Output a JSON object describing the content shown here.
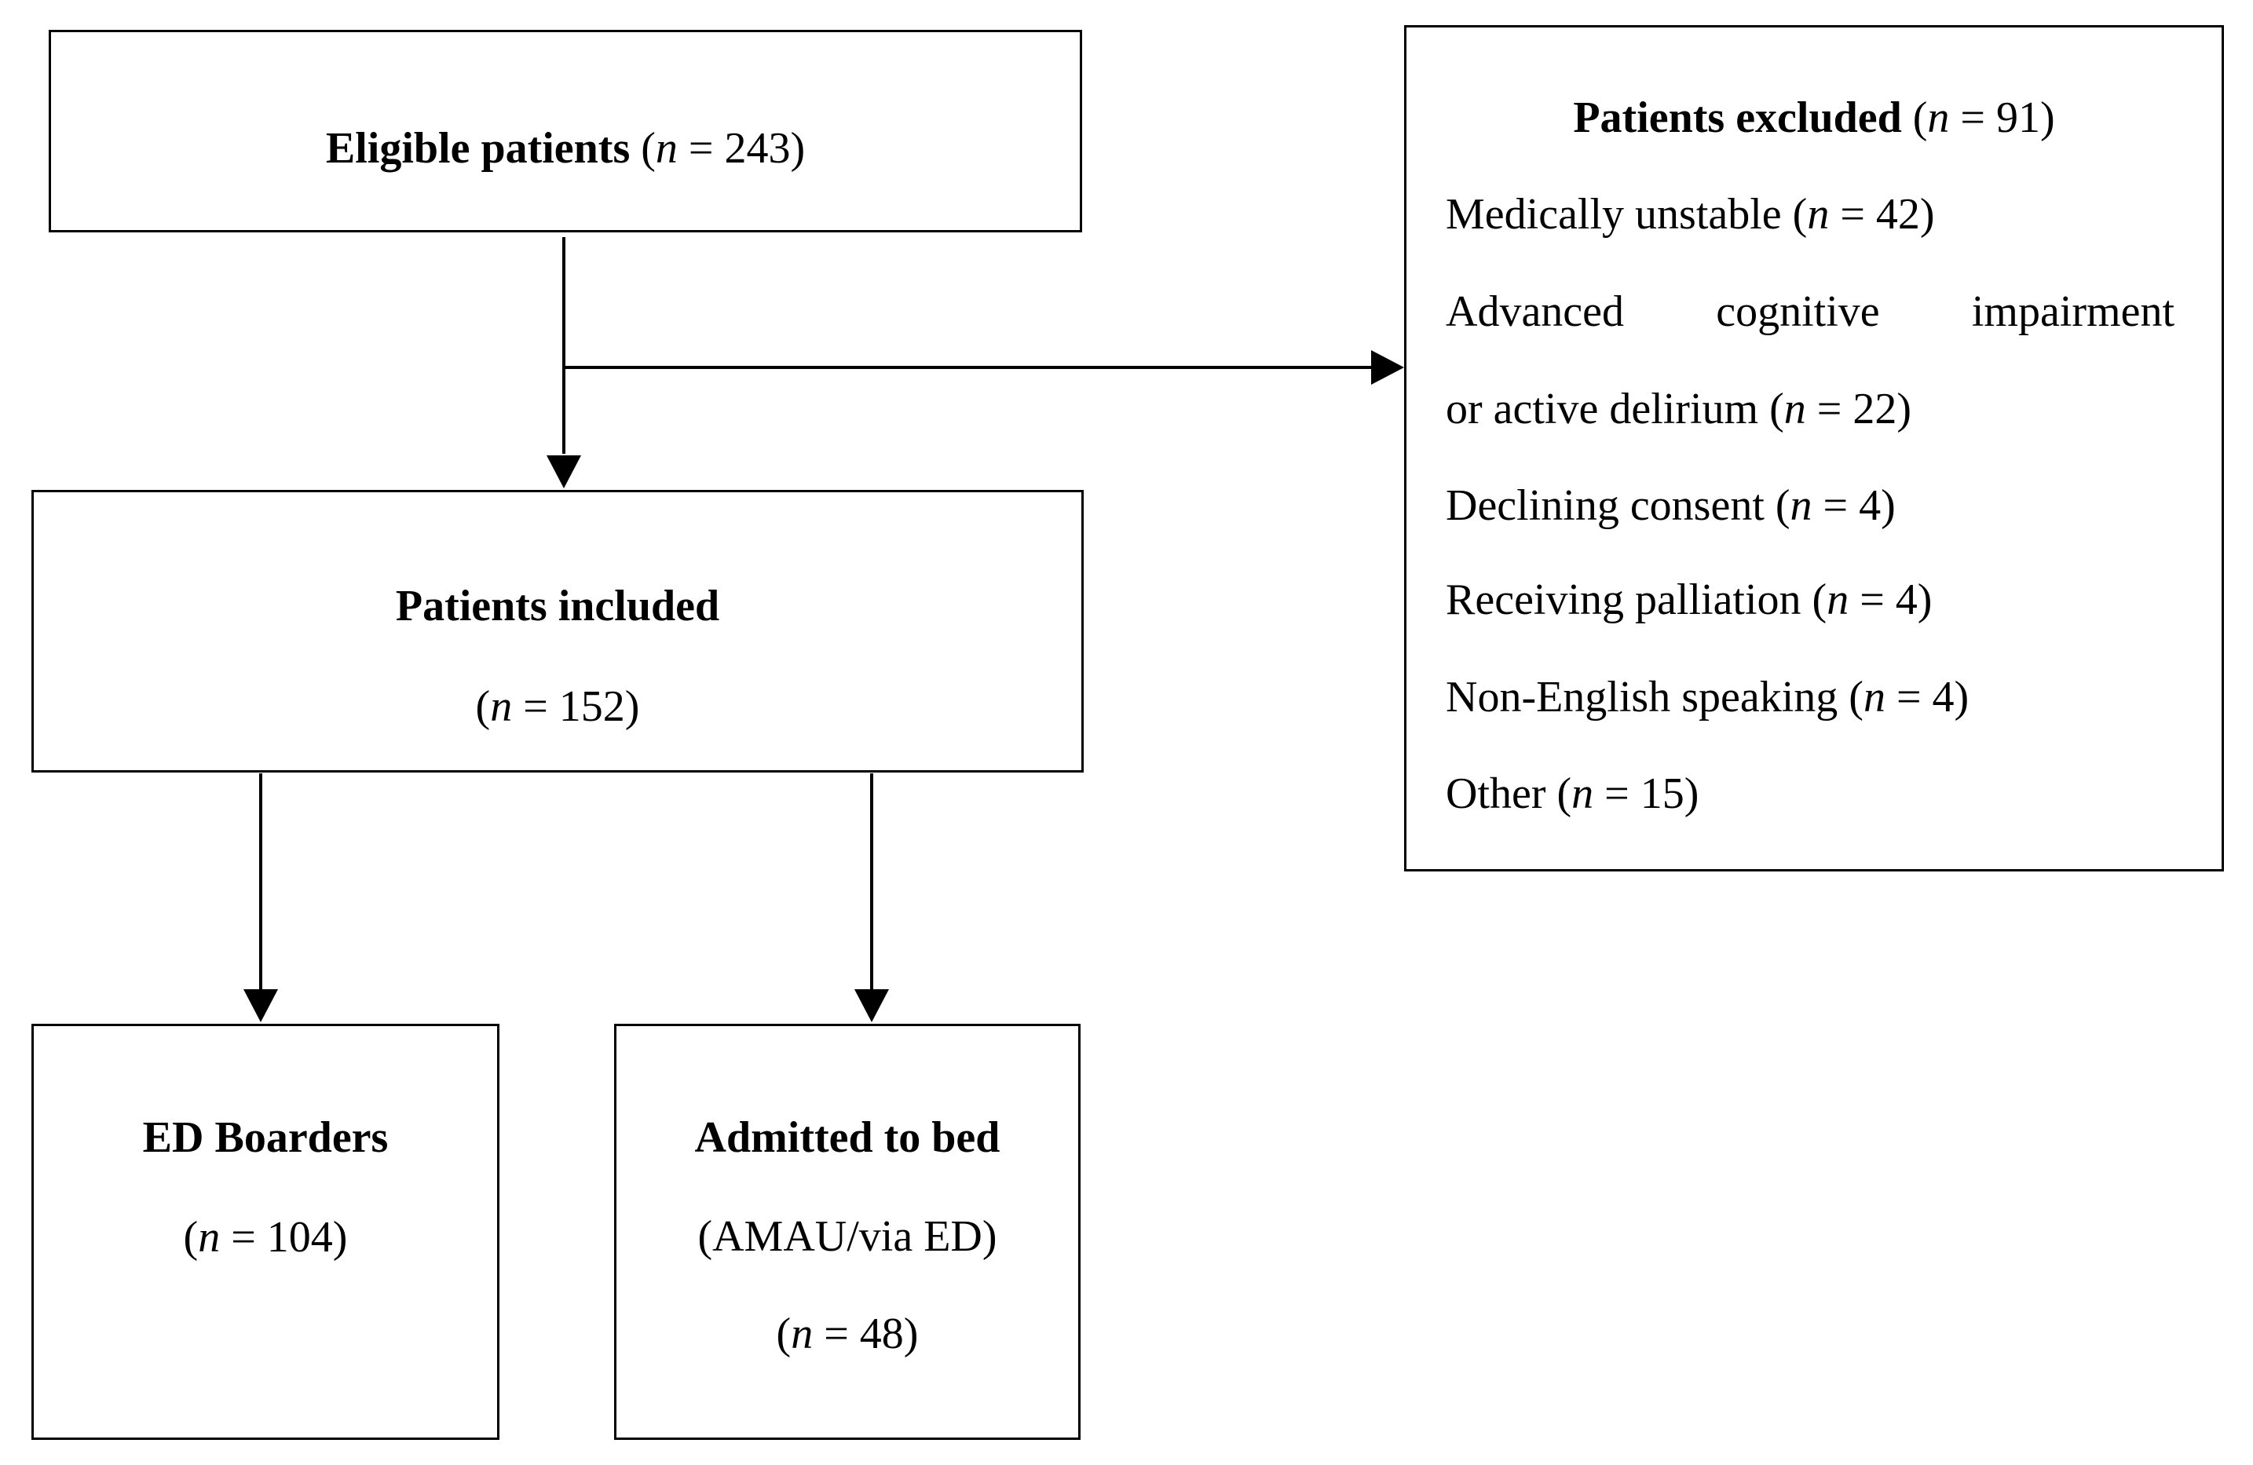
{
  "eligible": {
    "label": "Eligible patients",
    "count": "(n = 243)"
  },
  "included": {
    "label": "Patients included",
    "count": "(n = 152)"
  },
  "excluded": {
    "label": "Patients excluded",
    "count": "(n = 91)",
    "reasons": [
      {
        "label": "Medically unstable",
        "count": "(n = 42)"
      },
      {
        "label": "Advanced cognitive impairment",
        "label_line2": "or active delirium",
        "count": "(n = 22)"
      },
      {
        "label": "Declining consent",
        "count": "(n = 4)"
      },
      {
        "label": "Receiving palliation",
        "count": "(n = 4)"
      },
      {
        "label": "Non-English speaking",
        "count": "(n = 4)"
      },
      {
        "label": "Other",
        "count": "(n = 15)"
      }
    ]
  },
  "ed_boarders": {
    "label": "ED Boarders",
    "count": "(n = 104)"
  },
  "admitted": {
    "label": "Admitted to bed",
    "sublabel": "(AMAU/via ED)",
    "count": "(n = 48)"
  }
}
